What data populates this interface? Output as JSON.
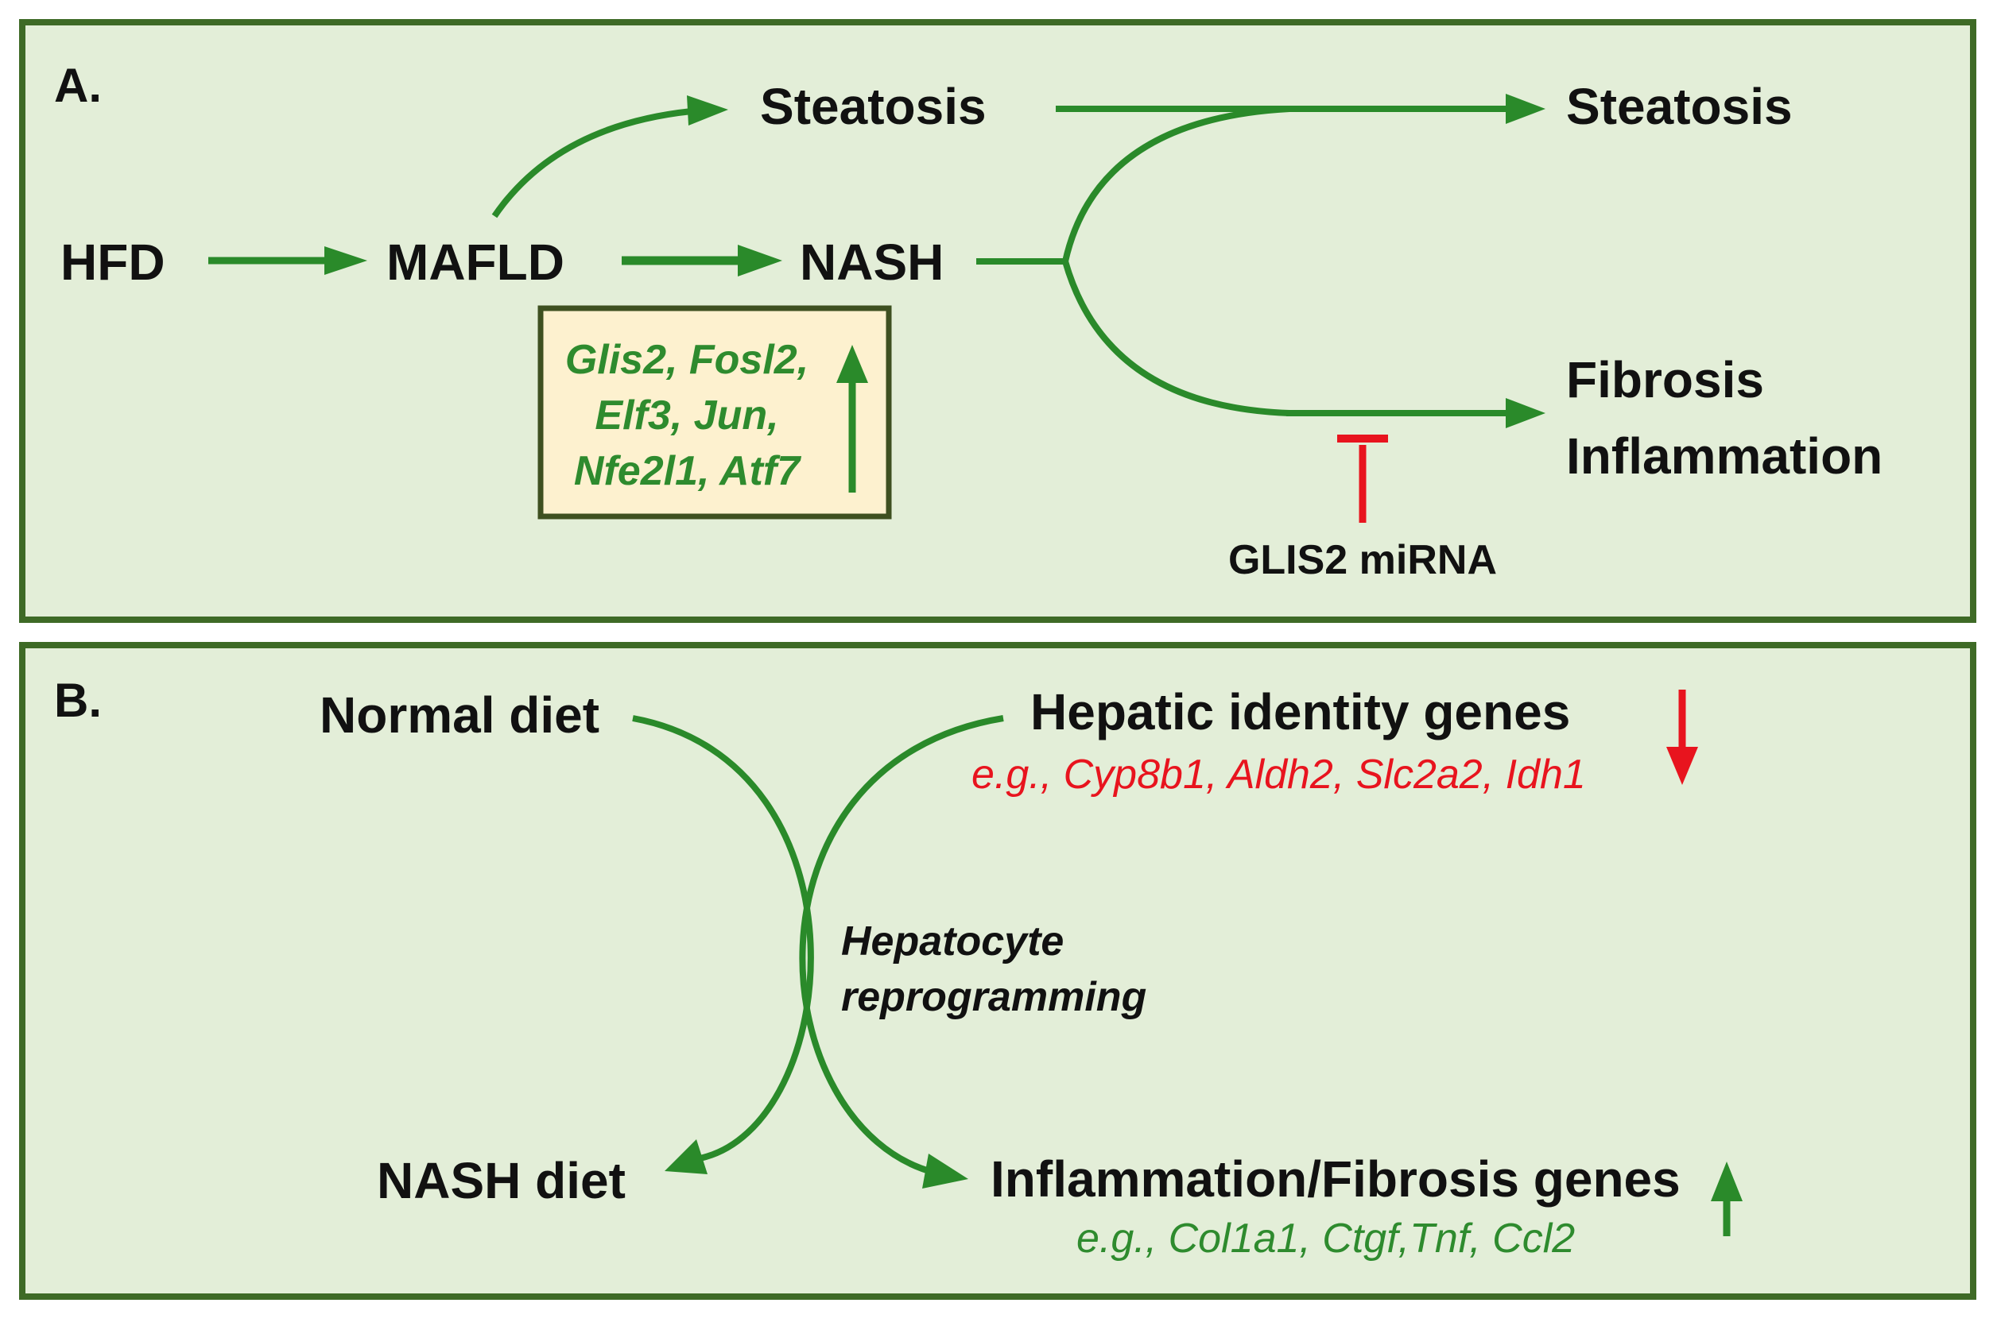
{
  "colors": {
    "panel_bg": "#e3eed8",
    "panel_border": "#3e6a26",
    "arrow_green": "#2a8a2a",
    "inhibit_red": "#e8141e",
    "gene_box_bg": "#fdf1cf",
    "gene_box_border": "#3e5020"
  },
  "panel_a": {
    "letter": "A.",
    "hfd": "HFD",
    "mafld": "MAFLD",
    "nash": "NASH",
    "steatosis_top": "Steatosis",
    "steatosis_right": "Steatosis",
    "fibrosis": "Fibrosis",
    "inflammation": "Inflammation",
    "mirna": "GLIS2 miRNA",
    "gene_box": {
      "line1": "Glis2, Fosl2,",
      "line2": "Elf3, Jun,",
      "line3": "Nfe2l1, Atf7"
    }
  },
  "panel_b": {
    "letter": "B.",
    "normal_diet": "Normal diet",
    "nash_diet": "NASH diet",
    "hepatic_identity": "Hepatic identity genes",
    "hepatic_examples": "e.g., Cyp8b1, Aldh2, Slc2a2, Idh1",
    "reprog_line1": "Hepatocyte",
    "reprog_line2": "reprogramming",
    "inflam_fibrosis": "Inflammation/Fibrosis genes",
    "inflam_examples": "e.g., Col1a1, Ctgf,Tnf, Ccl2"
  }
}
